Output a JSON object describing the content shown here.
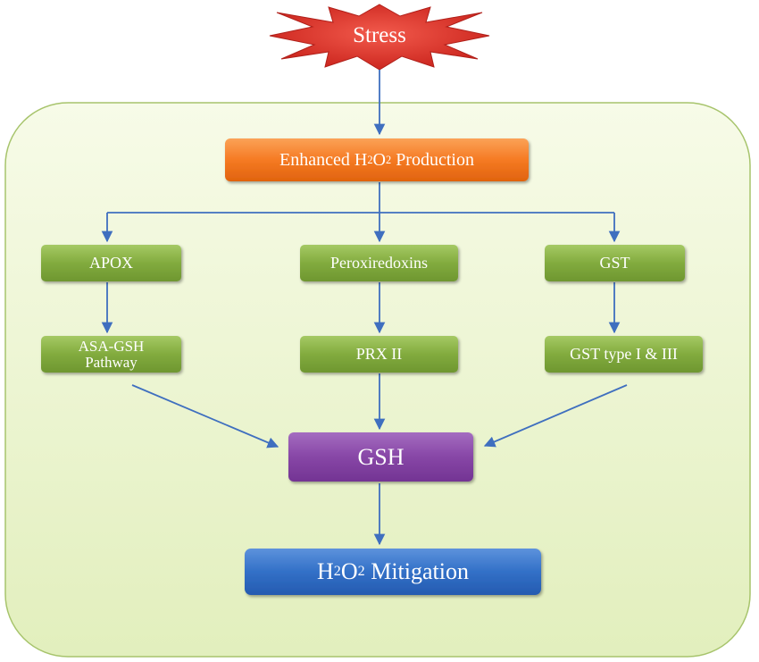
{
  "stress": {
    "label": "Stress"
  },
  "h2o_production": {
    "prefix": "Enhanced H",
    "sub1": "2",
    "mid": "O",
    "sub2": "2",
    "suffix": " Production"
  },
  "pathways": [
    {
      "enzyme": "APOX",
      "product_line1": "ASA-GSH",
      "product_line2": "Pathway"
    },
    {
      "enzyme": "Peroxiredoxins",
      "product_line1": "PRX II",
      "product_line2": ""
    },
    {
      "enzyme": "GST",
      "product_line1": "GST type I & III",
      "product_line2": ""
    }
  ],
  "gsh": {
    "label": "GSH"
  },
  "mitigation": {
    "prefix": "H",
    "sub1": "2",
    "mid": "O",
    "sub2": "2",
    "suffix": " Mitigation"
  },
  "colors": {
    "background_panel": "#e6f2c4",
    "panel_border": "#9fbf62",
    "star": "#e0342a",
    "orange": "#f47a22",
    "green": "#7da739",
    "purple": "#8545a3",
    "blue": "#2f6ec5",
    "arrow": "#3f6fbf"
  }
}
